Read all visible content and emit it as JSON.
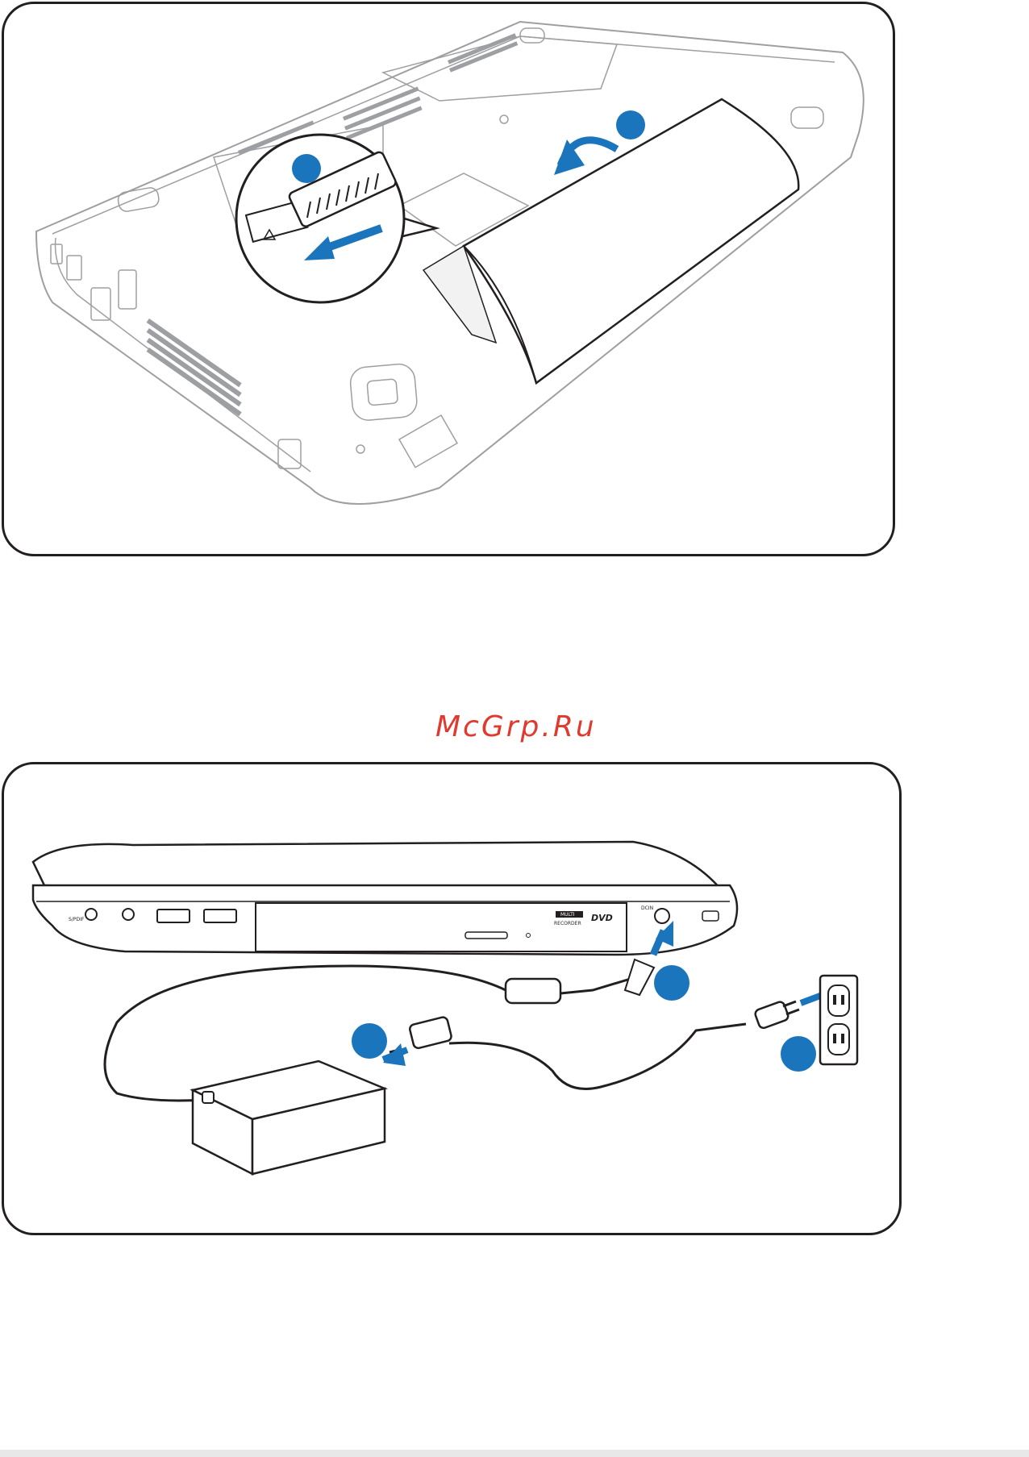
{
  "watermark": {
    "text": "McGrp.Ru"
  },
  "bottom_panel": {
    "drive_labels": {
      "multi": "MULTI",
      "recorder": "RECORDER",
      "dvd": "DVD",
      "dcin": "DCIN",
      "spdif": "S/PDIF"
    }
  },
  "colors": {
    "accent": "#1b75bc",
    "outline": "#231f20",
    "light_outline": "#9d9fa2",
    "watermark": "#e03a2f"
  }
}
